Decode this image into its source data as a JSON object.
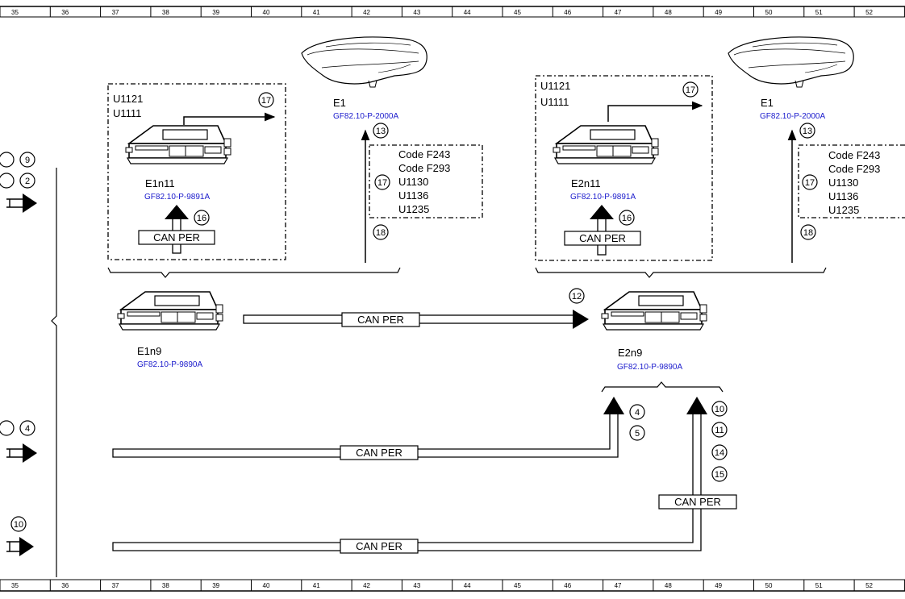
{
  "ruler": {
    "top": [
      "35",
      "36",
      "37",
      "38",
      "39",
      "40",
      "41",
      "42",
      "43",
      "44",
      "45",
      "46",
      "47",
      "48",
      "49",
      "50",
      "51",
      "52"
    ],
    "bottom": [
      "35",
      "36",
      "37",
      "38",
      "39",
      "40",
      "41",
      "42",
      "43",
      "44",
      "45",
      "46",
      "47",
      "48",
      "49",
      "50",
      "51",
      "52"
    ]
  },
  "left_group": {
    "codes": [
      "U1121",
      "U1111"
    ],
    "module_name": "E1n11",
    "module_ref": "GF82.10-P-9891A",
    "headlamp_name": "E1",
    "headlamp_ref": "GF82.10-P-2000A",
    "code_box": [
      "Code F243",
      "Code F293",
      "U1130",
      "U1136",
      "U1235"
    ],
    "bus_label": "CAN PER",
    "circle_17a": "17",
    "circle_16": "16",
    "circle_13": "13",
    "circle_17b": "17",
    "circle_18": "18"
  },
  "right_group": {
    "codes": [
      "U1121",
      "U1111"
    ],
    "module_name": "E2n11",
    "module_ref": "GF82.10-P-9891A",
    "headlamp_name": "E1",
    "headlamp_ref": "GF82.10-P-2000A",
    "code_box": [
      "Code F243",
      "Code F293",
      "U1130",
      "U1136",
      "U1235"
    ],
    "bus_label": "CAN PER",
    "circle_17a": "17",
    "circle_16": "16",
    "circle_13": "13",
    "circle_17b": "17",
    "circle_18": "18"
  },
  "e1n9": {
    "name": "E1n9",
    "ref": "GF82.10-P-9890A"
  },
  "e2n9": {
    "name": "E2n9",
    "ref": "GF82.10-P-9890A"
  },
  "connections": {
    "can_mid": "CAN PER",
    "can_mid_circle": "12",
    "can_lower1": "CAN PER",
    "can_lower2": "CAN PER",
    "can_lower3": "CAN PER",
    "circles_a": [
      "4",
      "5"
    ],
    "circles_b": [
      "10",
      "11",
      "14",
      "15"
    ]
  },
  "left_edge": {
    "row1": [
      "9",
      "2"
    ],
    "row2": [
      "4"
    ],
    "row3": [
      "10"
    ]
  }
}
